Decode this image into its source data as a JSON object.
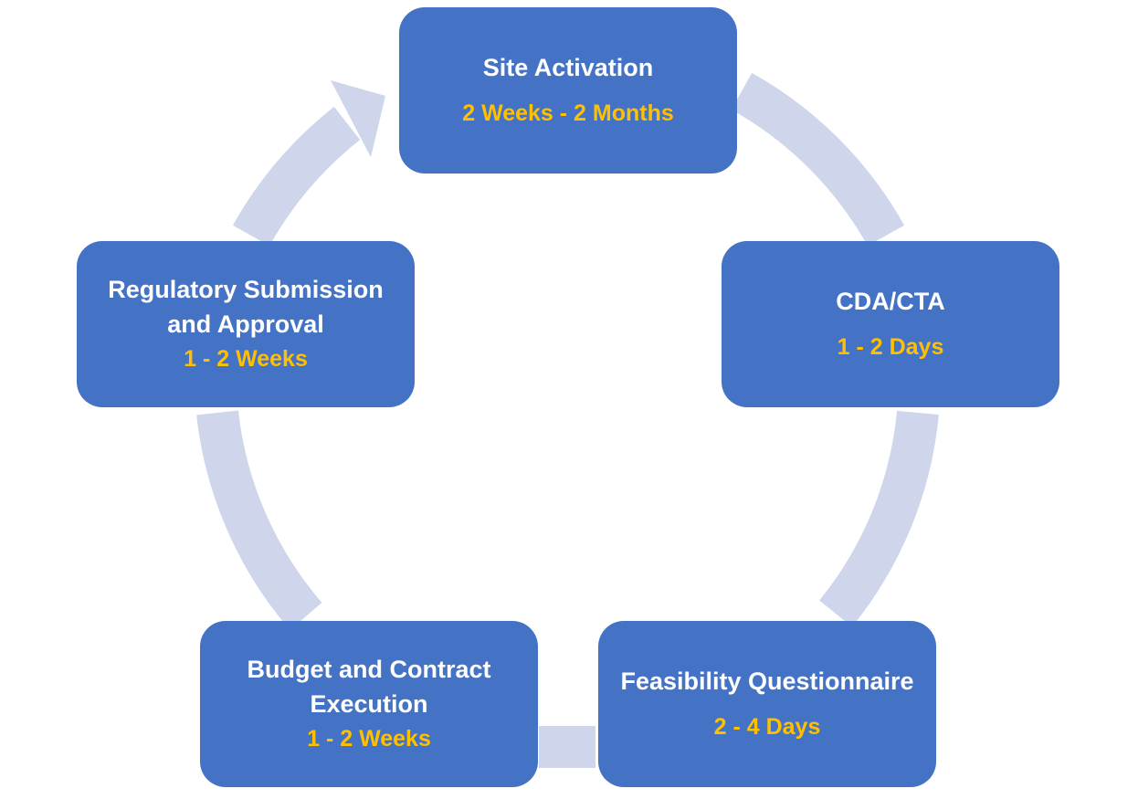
{
  "colors": {
    "node_fill": "#4472c4",
    "title_text": "#ffffff",
    "duration_text": "#ffc000",
    "cycle_arrow": "#cfd5ea"
  },
  "cycle": {
    "direction": "clockwise",
    "arrow_icon": "curved-cycle-arrow"
  },
  "steps": [
    {
      "title": "Site Activation",
      "duration": "2 Weeks - 2 Months"
    },
    {
      "title": "CDA/CTA",
      "duration": "1 - 2 Days"
    },
    {
      "title": "Feasibility Questionnaire",
      "duration": "2 - 4 Days"
    },
    {
      "title": "Budget and Contract Execution",
      "duration": "1 - 2 Weeks"
    },
    {
      "title": "Regulatory Submission and Approval",
      "duration": "1 - 2 Weeks"
    }
  ]
}
